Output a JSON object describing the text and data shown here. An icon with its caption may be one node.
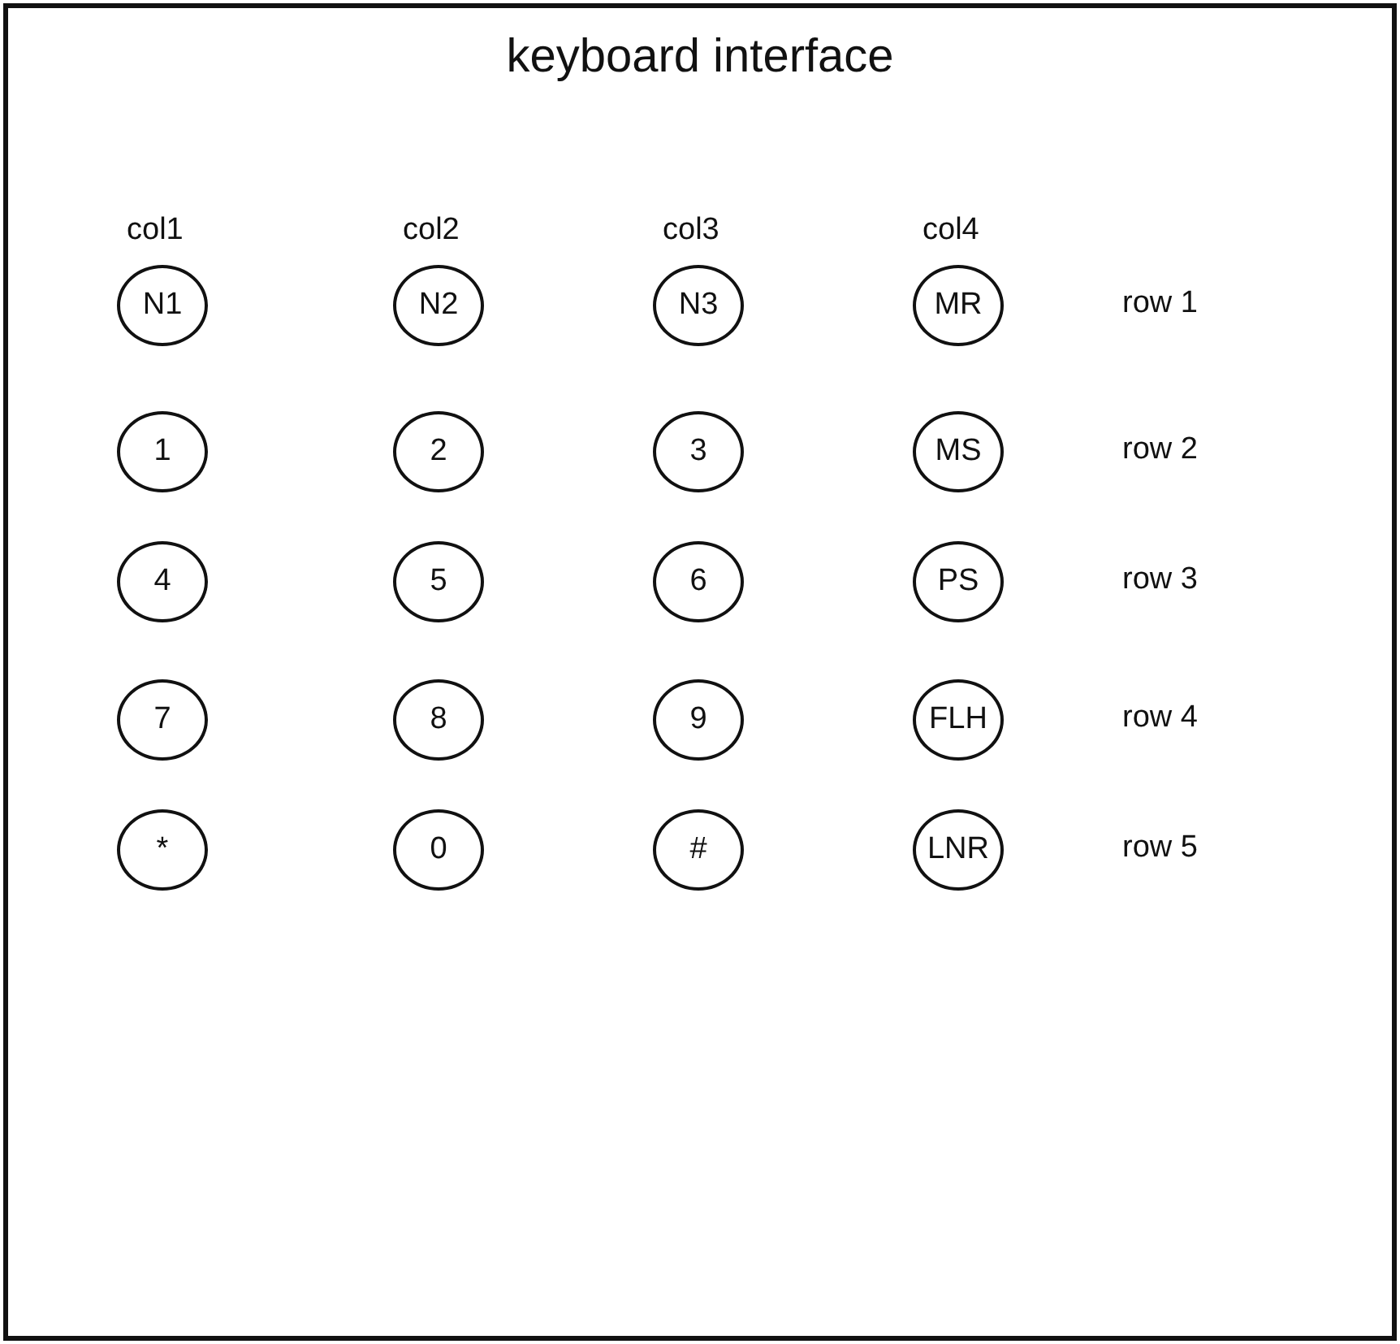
{
  "diagram": {
    "nodes": [
      {
        "text": [
          "keyboard interface"
        ]
      },
      {
        "text": [
          "N1"
        ],
        "in": 0
      },
      {
        "text": [
          "N2"
        ],
        "in": 0
      },
      {
        "text": [
          "N3"
        ],
        "in": 0
      },
      {
        "text": [
          "MR"
        ],
        "in": 0
      },
      {
        "text": [
          "1"
        ],
        "in": 0
      },
      {
        "text": [
          "2"
        ],
        "in": 0
      },
      {
        "text": [
          "3"
        ],
        "in": 0
      },
      {
        "text": [
          "MS"
        ],
        "in": 0
      },
      {
        "text": [
          "4"
        ],
        "in": 0
      },
      {
        "text": [
          "5"
        ],
        "in": 0
      },
      {
        "text": [
          "6"
        ],
        "in": 0
      },
      {
        "text": [
          "PS"
        ],
        "in": 0
      },
      {
        "text": [
          "7"
        ],
        "in": 0
      },
      {
        "text": [
          "8"
        ],
        "in": 0
      },
      {
        "text": [
          "9"
        ],
        "in": 0
      },
      {
        "text": [
          "FLH"
        ],
        "in": 0
      },
      {
        "text": [
          "*"
        ],
        "in": 0
      },
      {
        "text": [
          "0"
        ],
        "in": 0
      },
      {
        "text": [
          "#"
        ],
        "in": 0
      },
      {
        "text": [
          "LNR"
        ],
        "in": 0
      }
    ],
    "labels": [
      "col1",
      "col2",
      "col3",
      "col4",
      "row 1",
      "row 2",
      "row 3",
      "row 4",
      "row 5"
    ]
  }
}
